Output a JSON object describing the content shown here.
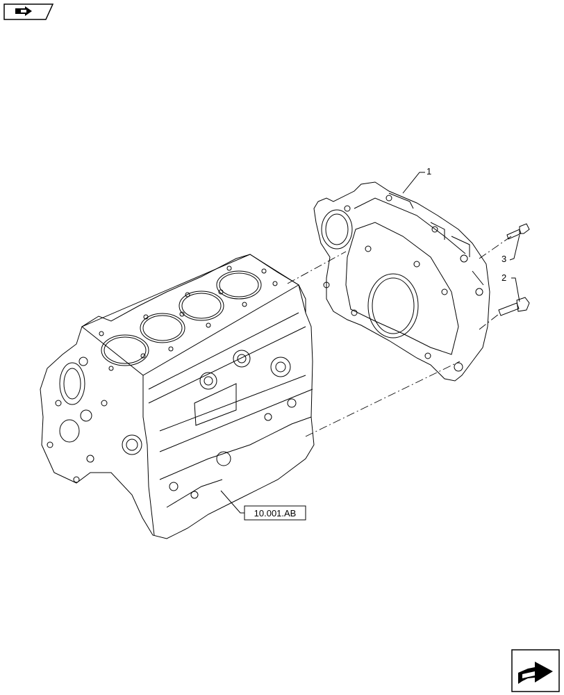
{
  "callouts": {
    "part_1": "1",
    "part_2": "2",
    "part_3": "3"
  },
  "reference": {
    "label": "10.001.AB"
  },
  "icons": {
    "top_left": "previous-page-arrow-icon",
    "bottom_right": "next-page-arrow-icon"
  }
}
